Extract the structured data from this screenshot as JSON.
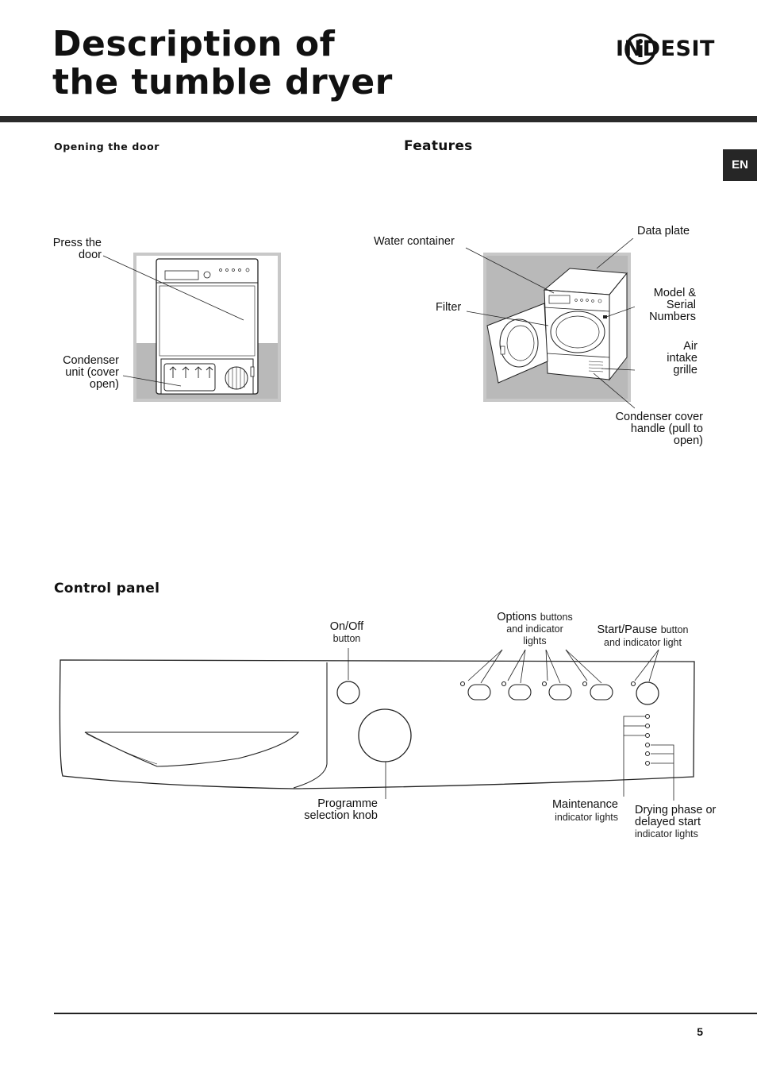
{
  "page": {
    "title_line1": "Description of",
    "title_line2": "the tumble dryer",
    "brand": "INDESIT",
    "language_tab": "EN",
    "page_number": "5"
  },
  "opening_door": {
    "heading": "Opening the door",
    "labels": {
      "press_door": [
        "Press the",
        "door"
      ],
      "condenser_unit": [
        "Condenser",
        "unit (cover",
        "open)"
      ]
    }
  },
  "features": {
    "heading": "Features",
    "labels": {
      "water_container": "Water container",
      "data_plate": "Data plate",
      "filter": "Filter",
      "model_serial": [
        "Model &",
        "Serial",
        "Numbers"
      ],
      "air_intake": [
        "Air",
        "intake",
        "grille"
      ],
      "condenser_cover": [
        "Condenser cover",
        "handle (pull to",
        "open)"
      ]
    }
  },
  "control_panel": {
    "heading": "Control panel",
    "on_off": {
      "title": "On/Off",
      "sub": "button"
    },
    "options": {
      "title": "Options",
      "title_suffix": "buttons",
      "sub1": "and indicator",
      "sub2": "lights"
    },
    "start_pause": {
      "title": "Start/Pause",
      "title_suffix": "button",
      "sub": "and indicator light"
    },
    "programme_knob": [
      "Programme",
      "selection knob"
    ],
    "maintenance": {
      "title": "Maintenance",
      "sub": "indicator lights"
    },
    "drying_phase": {
      "title1": "Drying phase or",
      "title2": "delayed start",
      "sub": "indicator lights"
    }
  },
  "colors": {
    "rule": "#2b2b2b",
    "tab": "#262626",
    "frame_grey": "#c8c8c8",
    "floor_grey": "#b9b9b9"
  }
}
